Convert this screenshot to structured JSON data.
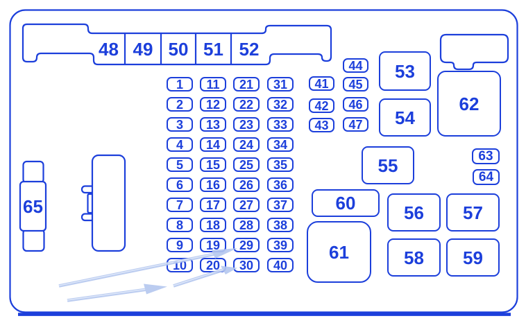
{
  "diagram": {
    "kind": "fuse-box-diagram"
  },
  "colors": {
    "line_blue": "#1c3fdb",
    "arrow_light_blue": "#b4c7ef",
    "background": "#ffffff"
  },
  "top_strip_fuses": [
    "48",
    "49",
    "50",
    "51",
    "52"
  ],
  "fuse_columns": [
    [
      "1",
      "2",
      "3",
      "4",
      "5",
      "6",
      "7",
      "8",
      "9",
      "10"
    ],
    [
      "11",
      "12",
      "13",
      "14",
      "15",
      "16",
      "17",
      "18",
      "19",
      "20"
    ],
    [
      "21",
      "22",
      "23",
      "24",
      "25",
      "26",
      "27",
      "28",
      "29",
      "30"
    ],
    [
      "31",
      "32",
      "33",
      "34",
      "35",
      "36",
      "37",
      "38",
      "39",
      "40"
    ],
    [
      "41",
      "42",
      "43"
    ],
    [
      "44",
      "45",
      "46",
      "47"
    ]
  ],
  "relays": [
    {
      "id": "53",
      "label": "53"
    },
    {
      "id": "54",
      "label": "54"
    },
    {
      "id": "55",
      "label": "55"
    },
    {
      "id": "56",
      "label": "56"
    },
    {
      "id": "57",
      "label": "57"
    },
    {
      "id": "58",
      "label": "58"
    },
    {
      "id": "59",
      "label": "59"
    },
    {
      "id": "60",
      "label": "60"
    },
    {
      "id": "61",
      "label": "61"
    },
    {
      "id": "62",
      "label": "62"
    },
    {
      "id": "63",
      "label": "63"
    },
    {
      "id": "64",
      "label": "64"
    }
  ],
  "left_fuse_label": "65"
}
